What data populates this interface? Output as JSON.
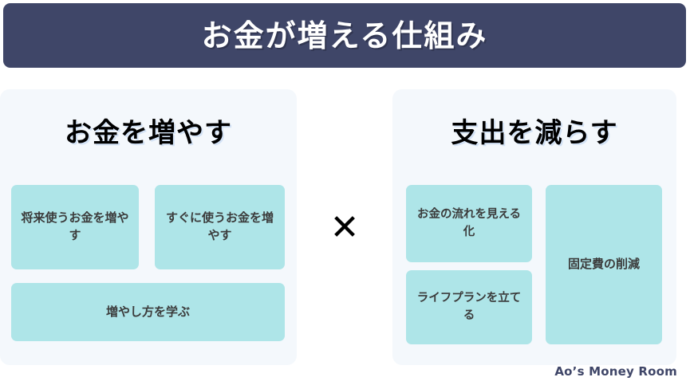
{
  "header": {
    "title": "お金が増える仕組み",
    "background_color": "#3f4668",
    "text_color": "#ffffff"
  },
  "operator": {
    "symbol": "✕",
    "name": "multiply"
  },
  "panels": [
    {
      "id": "increase-money",
      "heading": "お金を増やす",
      "background_color": "#f4f8fc",
      "items": [
        {
          "label": "将来使うお金を増やす"
        },
        {
          "label": "すぐに使うお金を増やす"
        },
        {
          "label": "増やし方を学ぶ"
        }
      ]
    },
    {
      "id": "reduce-spending",
      "heading": "支出を減らす",
      "background_color": "#f4f8fc",
      "items": [
        {
          "label": "お金の流れを見える化"
        },
        {
          "label": "ライフプランを立てる"
        },
        {
          "label": "固定費の削減"
        }
      ]
    }
  ],
  "theme": {
    "box_color": "#aee5e8",
    "box_text_color": "#3b3b3b",
    "accent_navy": "#3f4668",
    "page_background": "#ffffff"
  },
  "footer": {
    "credit": "Ao’s Money Room"
  }
}
